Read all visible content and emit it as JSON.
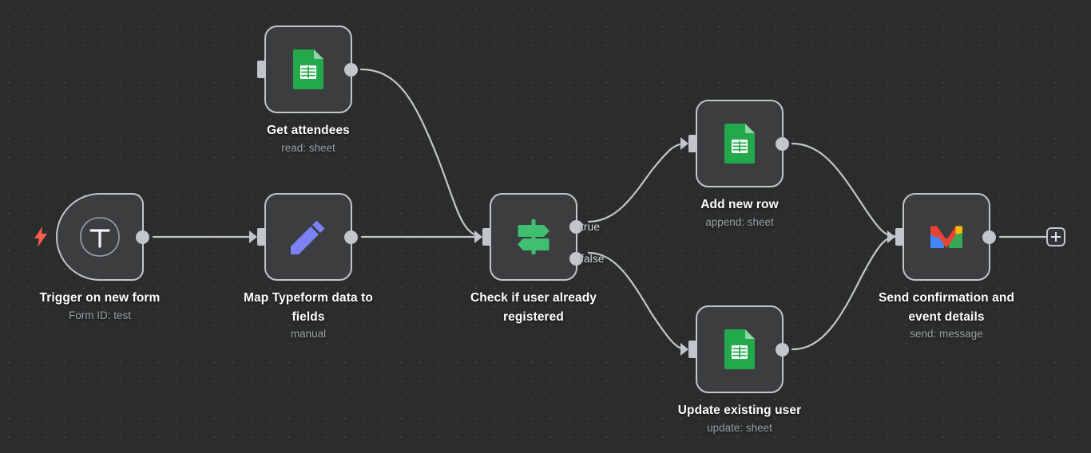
{
  "canvas": {
    "background_color": "#2b2d2c",
    "grid_dot_color": "#4a4c4b",
    "edge_color": "#c2c6cc",
    "node_fill": "#3b3d3f",
    "node_border": "#c2c6cc"
  },
  "nodes": [
    {
      "id": "trigger",
      "title": "Trigger on new form",
      "subtitle": "Form ID: test",
      "icon": "typeform-t-icon",
      "accent": "#ff5c4d",
      "badge": "lightning-bolt-icon"
    },
    {
      "id": "get-attendees",
      "title": "Get attendees",
      "subtitle": "read: sheet",
      "icon": "google-sheets-icon",
      "accent": "#23a94b"
    },
    {
      "id": "map-typeform",
      "title": "Map Typeform data to\nfields",
      "subtitle": "manual",
      "icon": "pencil-icon",
      "accent": "#7c82f5"
    },
    {
      "id": "check-registered",
      "title": "Check if user already\nregistered",
      "subtitle": "",
      "icon": "signpost-icon",
      "accent": "#3fbf6f",
      "outputs": [
        {
          "id": "true",
          "label": "true"
        },
        {
          "id": "false",
          "label": "false"
        }
      ]
    },
    {
      "id": "add-new-row",
      "title": "Add new row",
      "subtitle": "append: sheet",
      "icon": "google-sheets-icon",
      "accent": "#23a94b"
    },
    {
      "id": "update-existing-user",
      "title": "Update existing user",
      "subtitle": "update: sheet",
      "icon": "google-sheets-icon",
      "accent": "#23a94b"
    },
    {
      "id": "send-confirmation",
      "title": "Send confirmation and\nevent details",
      "subtitle": "send: message",
      "icon": "gmail-icon",
      "accent": "#ea4335"
    }
  ],
  "add_node_button": {
    "label": "+",
    "name": "add-node-button"
  },
  "icon_colors": {
    "sheets_green": "#23a94b",
    "sheets_fold": "#8ed6a5",
    "pencil_purple": "#7c82f5",
    "signpost_green": "#3fbf6f",
    "gmail_red": "#ea4335",
    "gmail_blue": "#4285f4",
    "gmail_yellow": "#fbbc04",
    "gmail_green": "#34a853",
    "bolt_orange": "#ff5c4d"
  }
}
